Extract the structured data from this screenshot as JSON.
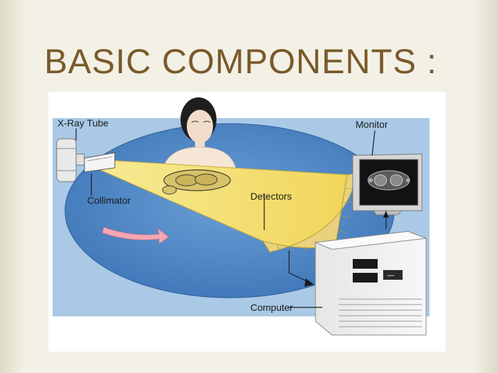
{
  "slide": {
    "title": "BASIC COMPONENTS :"
  },
  "diagram": {
    "labels": {
      "xray_tube": "X-Ray Tube",
      "collimator": "Collimator",
      "detectors": "Detectors",
      "monitor": "Monitor",
      "computer": "Computer"
    }
  },
  "colors": {
    "title": "#7a5a2a",
    "gantry_blue": "#4f86c6",
    "background_blue": "#a9c9e6",
    "beam_yellow": "#f5e27a",
    "detector_tan": "#e8d27c",
    "rotation_arrow": "#f4a7b4"
  }
}
